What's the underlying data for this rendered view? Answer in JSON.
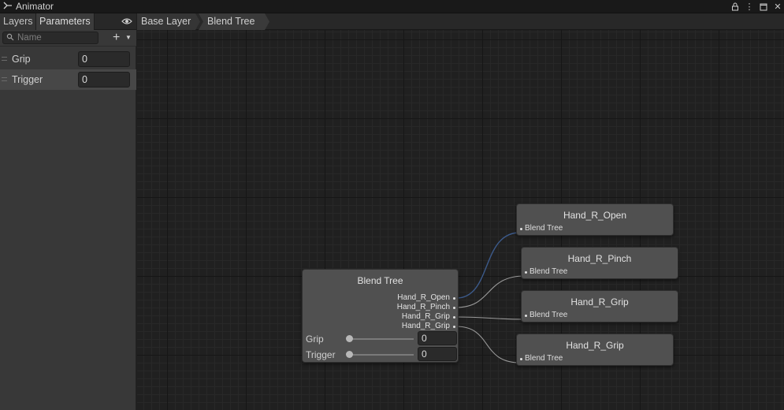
{
  "window": {
    "title": "Animator"
  },
  "left_panel": {
    "tabs": [
      "Layers",
      "Parameters"
    ],
    "search": {
      "placeholder": "Name",
      "value": ""
    },
    "parameters": [
      {
        "name": "Grip",
        "value": "0"
      },
      {
        "name": "Trigger",
        "value": "0"
      }
    ]
  },
  "breadcrumb": [
    "Base Layer",
    "Blend Tree"
  ],
  "blend_tree": {
    "title": "Blend Tree",
    "outputs": [
      "Hand_R_Open",
      "Hand_R_Pinch",
      "Hand_R_Grip",
      "Hand_R_Grip"
    ],
    "params": [
      {
        "name": "Grip",
        "value": "0"
      },
      {
        "name": "Trigger",
        "value": "0"
      }
    ]
  },
  "motion_nodes": [
    {
      "title": "Hand_R_Open",
      "port": "Blend Tree"
    },
    {
      "title": "Hand_R_Pinch",
      "port": "Blend Tree"
    },
    {
      "title": "Hand_R_Grip",
      "port": "Blend Tree"
    },
    {
      "title": "Hand_R_Grip",
      "port": "Blend Tree"
    }
  ],
  "colors": {
    "graph_bg": "#202020",
    "node_bg": "#505050",
    "edge_highlight": "#3c5a8a",
    "edge": "#9a9a9a"
  }
}
